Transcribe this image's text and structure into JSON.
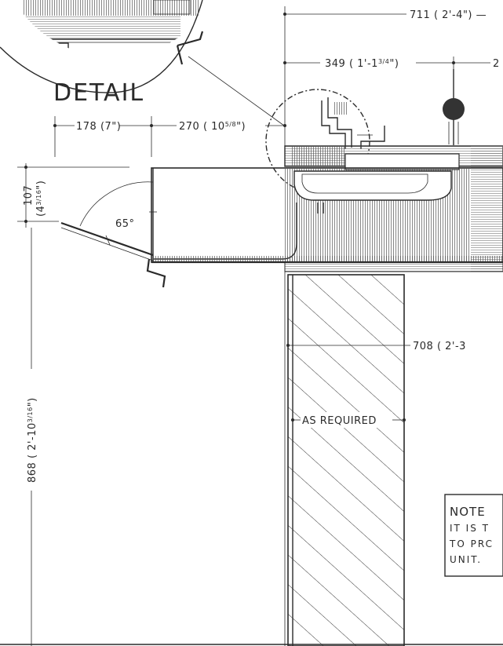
{
  "detail_label": "DETAIL",
  "dims": {
    "d711": "711 ( 2'-4\") —",
    "d349": "349  ( 1'-1",
    "d349_frac": "3/4",
    "d349_end": "\")",
    "d349_tail": "2",
    "d178": "178  (7\")",
    "d270": "270  ( 10",
    "d270_frac": "5/8",
    "d270_end": "\")",
    "d107": "107",
    "d107_sub": "(4",
    "d107_frac": "3/16",
    "d107_end": "\")",
    "angle": "65°",
    "d708": "708  ( 2'-3",
    "as_required": "AS  REQUIRED",
    "d868": "868  ( 2'-10",
    "d868_frac": "3/16",
    "d868_end": "\")"
  },
  "note": {
    "title": "NOTE",
    "line1": "IT IS T",
    "line2": "TO PRC",
    "line3": "UNIT."
  }
}
